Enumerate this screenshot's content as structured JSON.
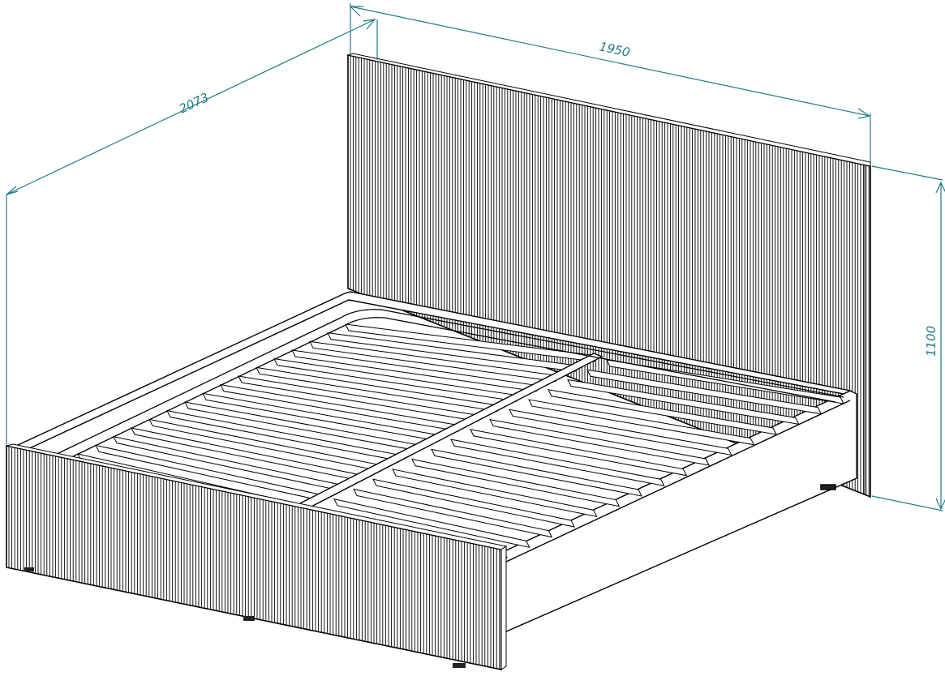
{
  "colors": {
    "dimension": "#1f7d86",
    "line": "#000000",
    "background": "#ffffff"
  },
  "dimensions": {
    "length": "2073",
    "width": "1950",
    "height": "1100"
  }
}
